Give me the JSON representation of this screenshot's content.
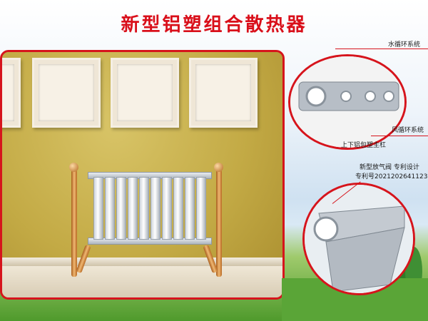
{
  "title": "新型铝塑组合散热器",
  "callouts": {
    "water_system": "水循环系统",
    "wind_system": "风循环系统",
    "main_bar": "上下铝包塑主杠",
    "valve_line1": "新型放气阀 专利设计",
    "valve_line2": "专利号2021202641123"
  },
  "colors": {
    "accent": "#d6141c",
    "title": "#d90f1a",
    "wall": "#c9b04b"
  }
}
